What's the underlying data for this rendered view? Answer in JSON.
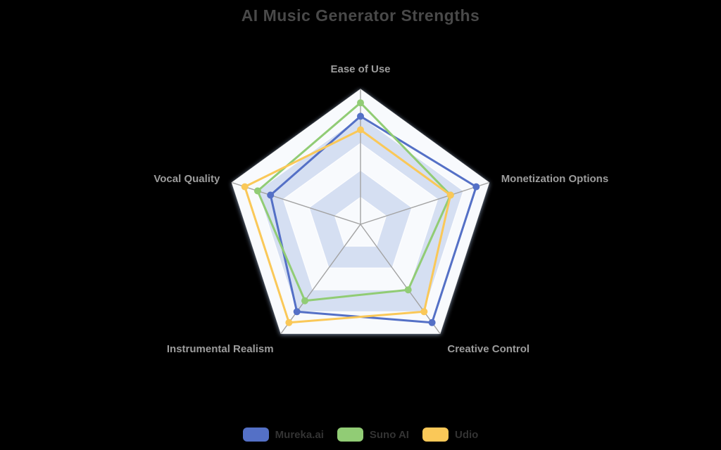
{
  "title": "AI Music Generator Strengths",
  "chart_data": {
    "type": "radar",
    "title": "AI Music Generator Strengths",
    "indicators": [
      {
        "name": "Ease of Use",
        "max": 10
      },
      {
        "name": "Monetization Options",
        "max": 10
      },
      {
        "name": "Creative Control",
        "max": 10
      },
      {
        "name": "Instrumental Realism",
        "max": 10
      },
      {
        "name": "Vocal Quality",
        "max": 10
      }
    ],
    "series": [
      {
        "name": "Mureka.ai",
        "color": "#5470c6",
        "values": [
          8,
          9,
          9,
          8,
          7
        ]
      },
      {
        "name": "Suno AI",
        "color": "#91cc75",
        "values": [
          9,
          7,
          6,
          7,
          8
        ]
      },
      {
        "name": "Udio",
        "color": "#fac858",
        "values": [
          7,
          7,
          8,
          9,
          9
        ]
      }
    ],
    "scale_max": 10,
    "ring_count": 5,
    "grid_on": true,
    "legend_position": "bottom",
    "style": {
      "background": "#000000",
      "ring_fill_light": "#f8fafd",
      "ring_fill_blue": "#d5dff2",
      "ring_edge": "rgba(255,255,255,0.85)",
      "axis_line_color": "#a3a3a3",
      "axis_label_color": "#9c9c9c",
      "title_color": "#494949",
      "legend_text_color": "#333333",
      "outer_glow_color": "#9fb3d4"
    }
  }
}
